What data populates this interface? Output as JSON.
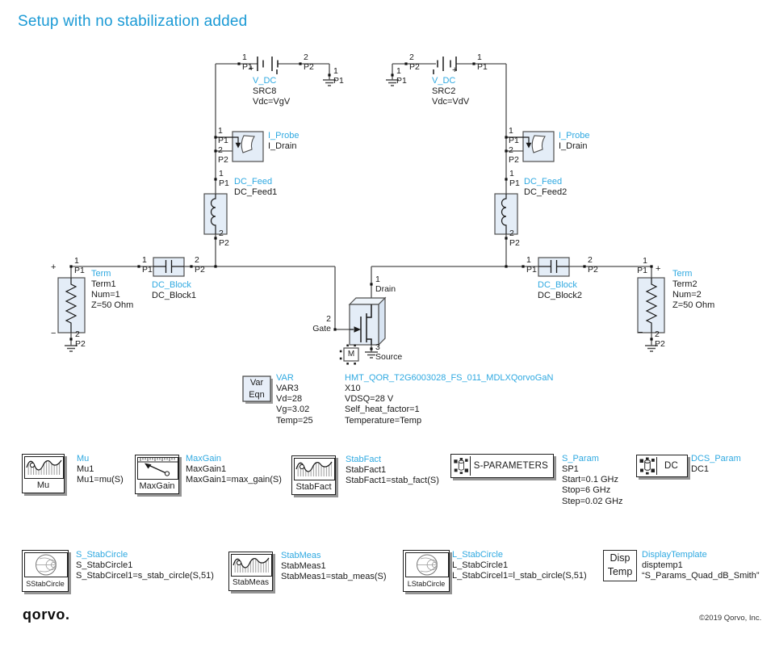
{
  "title": "Setup with no stabilization added",
  "colors": {
    "accent": "#2fa9e1",
    "title": "#1b9ad5",
    "wire": "#4d4d4d",
    "component_fill": "#e4edf7"
  },
  "components": {
    "vdc_l": {
      "type": "V_DC",
      "params": "SRC8\nVdc=VgV",
      "pin1": "1\nP1",
      "pin2": "2\nP2",
      "plus": "+",
      "gnd": "1\nP1"
    },
    "vdc_r": {
      "type": "V_DC",
      "params": "SRC2\nVdc=VdV",
      "pin1": "1\nP1",
      "pin2": "2\nP2",
      "plus": "+",
      "gnd": "1\nP1"
    },
    "ip_l": {
      "type": "I_Probe",
      "params": "I_Drain",
      "pin1": "1\nP1",
      "pin2": "2\nP2"
    },
    "ip_r": {
      "type": "I_Probe",
      "params": "I_Drain",
      "pin1": "1\nP1",
      "pin2": "2\nP2"
    },
    "df_l": {
      "type": "DC_Feed",
      "params": "DC_Feed1",
      "pin1": "1\nP1",
      "pin2": "2\nP2"
    },
    "df_r": {
      "type": "DC_Feed",
      "params": "DC_Feed2",
      "pin1": "1\nP1",
      "pin2": "2\nP2"
    },
    "term_l": {
      "type": "Term",
      "params": "Term1\nNum=1\nZ=50 Ohm",
      "pin1": "1\nP1",
      "pin2": "2\nP2",
      "plus": "+",
      "minus": "−"
    },
    "term_r": {
      "type": "Term",
      "params": "Term2\nNum=2\nZ=50 Ohm",
      "pin1": "1\nP1",
      "pin2": "2\nP2",
      "plus": "+",
      "minus": "−"
    },
    "blk_l": {
      "type": "DC_Block",
      "params": "DC_Block1",
      "pin1": "1\nP1",
      "pin2": "2\nP2"
    },
    "blk_r": {
      "type": "DC_Block",
      "params": "DC_Block2",
      "pin1": "1\nP1",
      "pin2": "2\nP2"
    },
    "fet": {
      "type": "HMT_QOR_T2G6003028_FS_011_MDLXQorvoGaN",
      "params": "X10\nVDSQ=28 V\nSelf_heat_factor=1\nTemperature=Temp",
      "gate": "2\nGate",
      "drain": "1\nDrain",
      "source": "3\nSource",
      "m": "M"
    },
    "vareqn": {
      "box": "Var\nEqn",
      "type": "VAR",
      "params": "VAR3\nVd=28\nVg=3.02\nTemp=25"
    },
    "mu": {
      "box": "Mu",
      "type": "Mu",
      "params": "Mu1\nMu1=mu(S)"
    },
    "maxgain": {
      "box": "MaxGain",
      "type": "MaxGain",
      "params": "MaxGain1\nMaxGain1=max_gain(S)"
    },
    "stabfact": {
      "box": "StabFact",
      "type": "StabFact",
      "params": "StabFact1\nStabFact1=stab_fact(S)"
    },
    "sparam": {
      "box": "S-PARAMETERS",
      "type": "S_Param",
      "params": "SP1\nStart=0.1 GHz\nStop=6 GHz\nStep=0.02 GHz"
    },
    "dc": {
      "box": "DC",
      "type": "DCS_Param",
      "params": "DC1"
    },
    "sstab": {
      "box": "SStabCircle",
      "type": "S_StabCircle",
      "params": "S_StabCircle1\nS_StabCircel1=s_stab_circle(S,51)"
    },
    "stabmeas": {
      "box": "StabMeas",
      "type": "StabMeas",
      "params": "StabMeas1\nStabMeas1=stab_meas(S)"
    },
    "lstab": {
      "box": "LStabCircle",
      "type": "L_StabCircle",
      "params": "L_StabCircle1\nL_StabCircel1=l_stab_circle(S,51)"
    },
    "disp": {
      "box": "Disp\nTemp",
      "type": "DisplayTemplate",
      "params": "disptemp1\n“S_Params_Quad_dB_Smith”"
    }
  },
  "footer": {
    "logo": "qorvo.",
    "copyright": "©2019 Qorvo, Inc."
  }
}
